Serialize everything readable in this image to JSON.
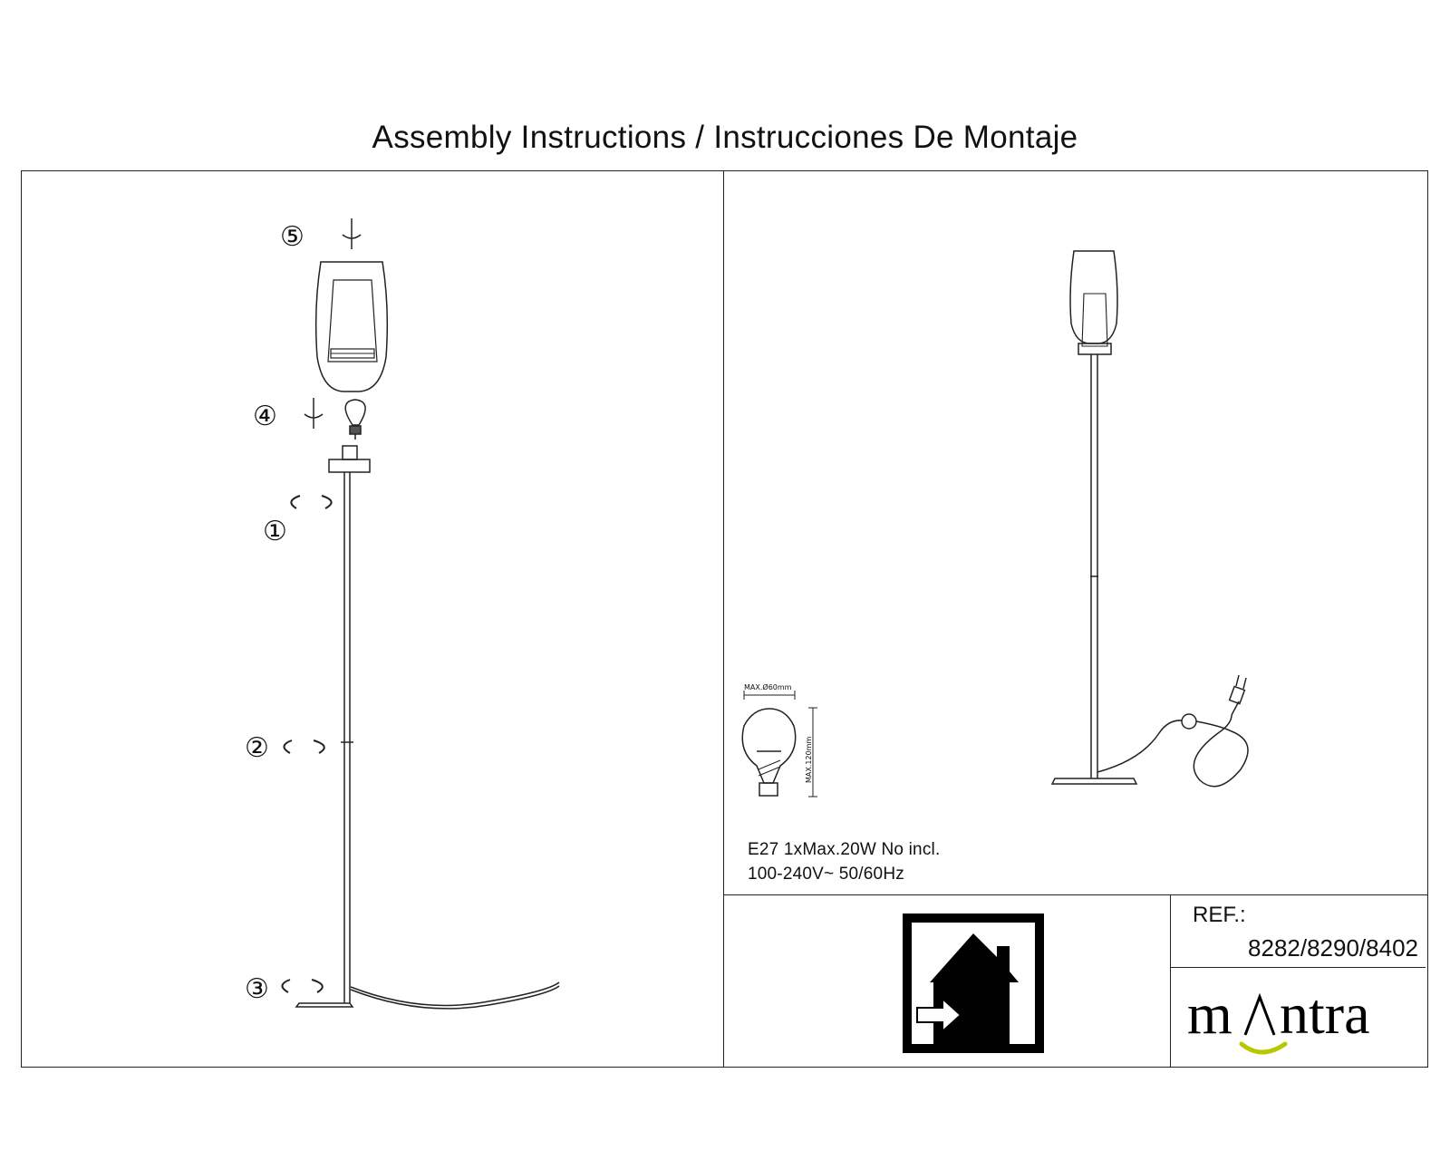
{
  "title": "Assembly Instructions / Instrucciones De Montaje",
  "steps": [
    "①",
    "②",
    "③",
    "④",
    "⑤"
  ],
  "bulb": {
    "max_diameter": "MAX.Ø60mm",
    "max_height": "MAX.120mm"
  },
  "specs": {
    "line1": "E27 1xMax.20W  No incl.",
    "line2": "100-240V~ 50/60Hz"
  },
  "ref": {
    "label": "REF.:",
    "value": "8282/8290/8402"
  },
  "brand": {
    "logo_text": "mantra",
    "accent_color": "#b5c800"
  },
  "icons": [
    "indoor-use-icon",
    "rotate-arrows-icon",
    "screw-down-icon",
    "bulb-icon",
    "plug-icon",
    "switch-icon"
  ]
}
